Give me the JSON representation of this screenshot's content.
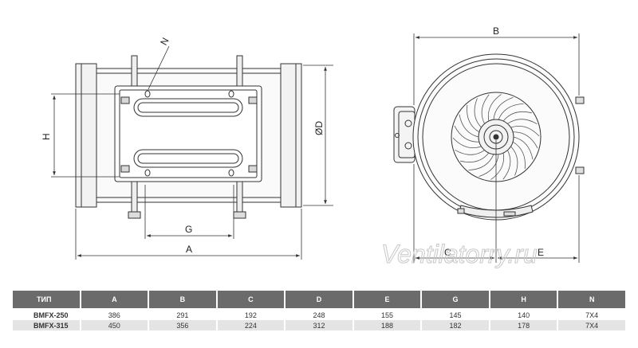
{
  "drawing": {
    "side_view_labels": {
      "n": "N",
      "h": "H",
      "g": "G",
      "a": "A",
      "d": "ØD"
    },
    "front_view_labels": {
      "b": "B",
      "c": "C",
      "e": "E"
    },
    "watermark": "Ventilatorry.ru"
  },
  "table": {
    "headers": [
      "ТИП",
      "A",
      "B",
      "C",
      "D",
      "E",
      "G",
      "H",
      "N"
    ],
    "rows": [
      [
        "BMFX-250",
        "386",
        "291",
        "192",
        "248",
        "155",
        "145",
        "140",
        "7X4"
      ],
      [
        "BMFX-315",
        "450",
        "356",
        "224",
        "312",
        "188",
        "182",
        "178",
        "7X4"
      ]
    ]
  }
}
